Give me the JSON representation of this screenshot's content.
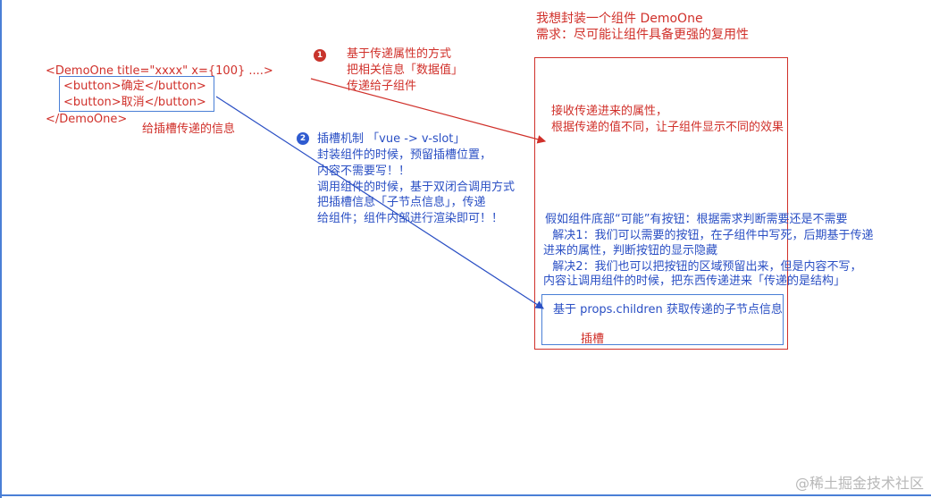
{
  "top_right": {
    "line1": "我想封装一个组件 DemoOne",
    "line2": "需求：尽可能让组件具备更强的复用性"
  },
  "code": {
    "open_tag": "<DemoOne  title=\"xxxx\" x={100} ....>",
    "button1": "<button>确定</button>",
    "button2": "<button>取消</button>",
    "close_tag": "</DemoOne>"
  },
  "slot_caption": "给插槽传递的信息",
  "annotation1": {
    "number": "1",
    "line1": "基于传递属性的方式",
    "line2": "把相关信息「数据值」",
    "line3": "传递给子组件"
  },
  "annotation2": {
    "number": "2",
    "line1": "插槽机制 「vue -> v-slot」",
    "line2": "封装组件的时候，预留插槽位置，",
    "line3": "内容不需要写！！",
    "line4": "调用组件的时候，基于双闭合调用方式",
    "line5": "把插槽信息「子节点信息」，传递",
    "line6": "给组件；组件内部进行渲染即可！！"
  },
  "component_box": {
    "props_line1": "接收传递进来的属性，",
    "props_line2": "根据传递的值不同，让子组件显示不同的效果",
    "hyp_line1": "假如组件底部“可能”有按钮：根据需求判断需要还是不需要",
    "hyp_line2": "  解决1：我们可以需要的按钮，在子组件中写死，后期基于传递",
    "hyp_line3": "进来的属性，判断按钮的显示隐藏",
    "hyp_line4": "  解决2：我们也可以把按钮的区域预留出来，但是内容不写，",
    "hyp_line5": "内容让调用组件的时候，把东西传递进来「传递的是结构」"
  },
  "slot_box": {
    "line1": "基于 props.children 获取传递的子节点信息",
    "line2": "插槽"
  },
  "watermark": "@稀土掘金技术社区",
  "colors": {
    "red": "#d0302a",
    "blue": "#2a4fc4",
    "badge_red": "#c8342c",
    "badge_blue": "#2f5bd0"
  }
}
